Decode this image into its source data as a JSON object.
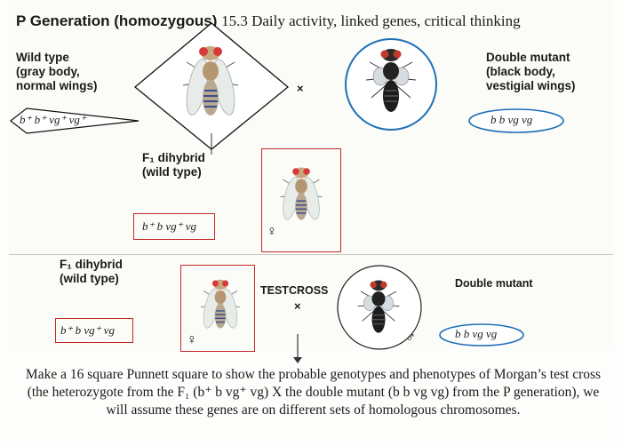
{
  "title": {
    "bold": "P Generation (homozygous)",
    "rest": "15.3 Daily activity, linked genes, critical thinking"
  },
  "p_generation": {
    "wild_type": [
      "Wild type",
      "(gray body,",
      "normal wings)"
    ],
    "wild_type_genotype": "b⁺ b⁺ vg⁺ vg⁺",
    "cross_symbol": "×",
    "double_mutant": [
      "Double mutant",
      "(black body,",
      "vestigial wings)"
    ],
    "double_mutant_genotype": "b b vg vg"
  },
  "f1": {
    "label": [
      "F₁ dihybrid",
      "(wild type)"
    ],
    "genotype": "b⁺ b vg⁺ vg",
    "female_symbol": "♀"
  },
  "testcross": {
    "f1_label": [
      "F₁ dihybrid",
      "(wild type)"
    ],
    "f1_genotype": "b⁺ b vg⁺ vg",
    "female_symbol": "♀",
    "testcross_label": "TESTCROSS",
    "cross_symbol": "×",
    "double_mutant_label": "Double mutant",
    "double_mutant_genotype": "b b vg vg",
    "male_symbol": "♂"
  },
  "question": "Make a 16 square Punnett square to show the probable genotypes and phenotypes of Morgan’s test cross (the heterozygote from the F₁ (b⁺ b vg⁺ vg) X the double mutant (b b vg vg) from the P generation), we will assume these genes are on different sets of homologous chromosomes.",
  "colors": {
    "accent_blue": "#1e6fb8",
    "accent_red": "#c62828"
  }
}
